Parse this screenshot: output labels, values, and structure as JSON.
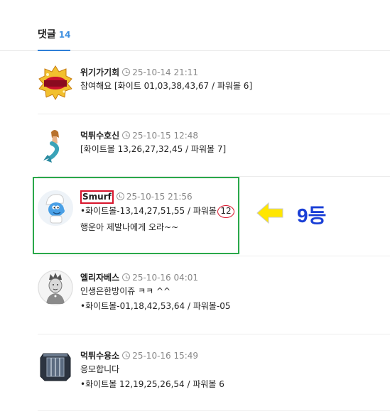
{
  "tab": {
    "label": "댓글",
    "count": "14"
  },
  "comments": [
    {
      "author": "위기가기회",
      "time": "25-10-14 21:11",
      "lines": [
        "참여해요 [화이트 01,03,38,43,67 / 파워볼 6]"
      ],
      "avatar": "jackpot-icon"
    },
    {
      "author": "먹튀수호신",
      "time": "25-10-15 12:48",
      "lines": [
        "[화이트볼 13,26,27,32,45 / 파워볼 7]"
      ],
      "avatar": "mermaid-icon"
    },
    {
      "author": "Smurf",
      "time": "25-10-15 21:56",
      "line1_prefix": "•화이트볼-13,14,27,51,55 / 파워볼",
      "line1_num": "12",
      "line2": "행운아 제발나에게 오라~~",
      "avatar": "smurf-icon"
    },
    {
      "author": "엘리자베스",
      "time": "25-10-16 04:01",
      "lines": [
        "인생은한방이쥬 ㅋㅋ ^^",
        "•화이트볼-01,18,42,53,64 / 파워볼-05"
      ],
      "avatar": "queen-icon"
    },
    {
      "author": "먹튀수용소",
      "time": "25-10-16 15:49",
      "lines": [
        "응모합니다",
        "•화이트볼 12,19,25,26,54 / 파워볼 6"
      ],
      "avatar": "cell-icon"
    }
  ],
  "annotation": {
    "rank_label": "9등",
    "arrow_color": "#ffe600",
    "box_color": "#2aa84a",
    "mark_color": "#d8142c"
  }
}
